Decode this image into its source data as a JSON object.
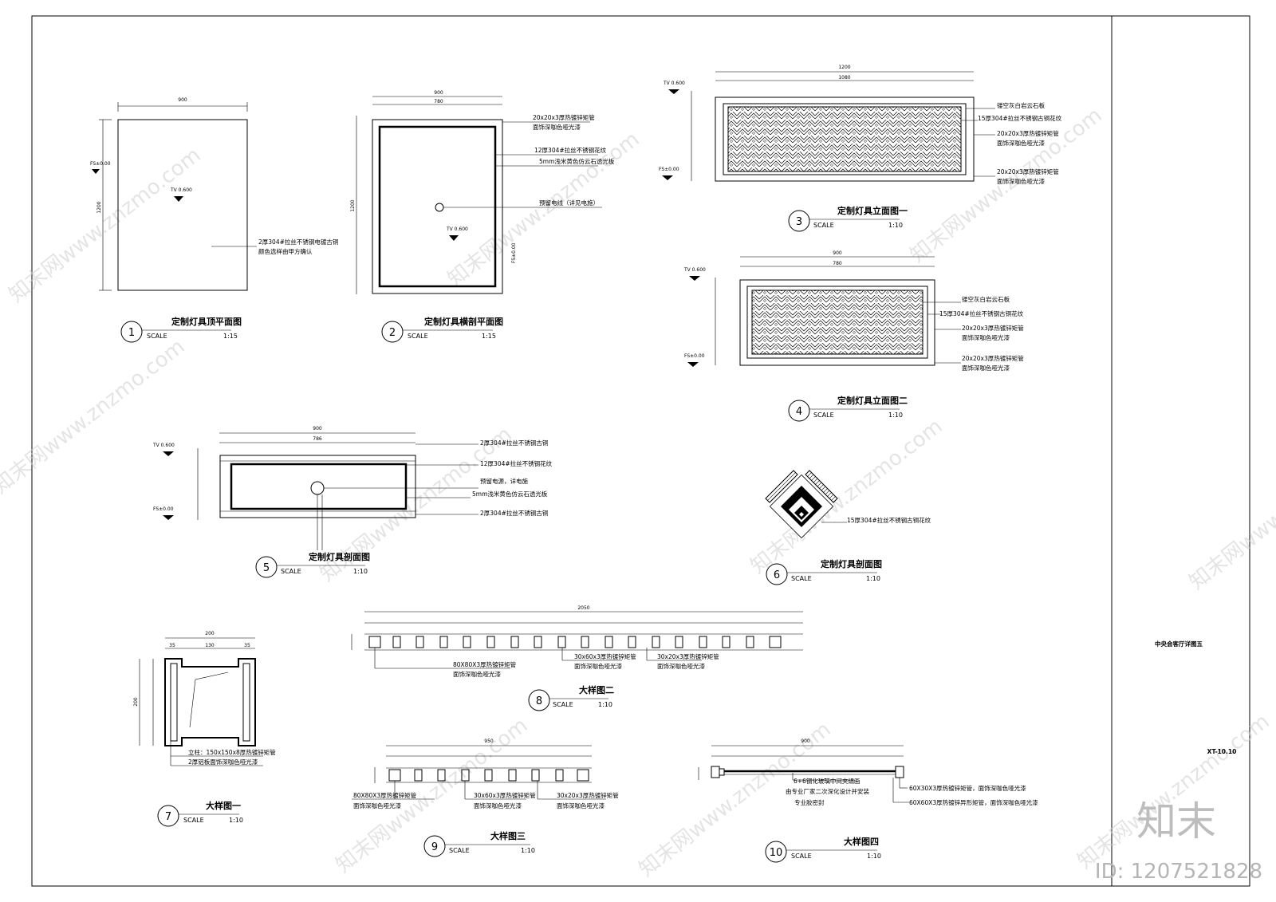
{
  "sheet": {
    "title_block_name": "中央会客厅详图五",
    "title_block_code": "XT-10.10",
    "brand_mark": "知末",
    "image_id_label": "ID: 1207521828",
    "watermark_text": "知末网www.znzmo.com"
  },
  "views": {
    "v1": {
      "number": "1",
      "title": "定制灯具顶平面图",
      "scale_label": "SCALE",
      "scale": "1:15",
      "dim_top": "900",
      "dim_side": "1200",
      "level_tv": "TV 0.600",
      "level_fs": "FS±0.00",
      "notes": [
        "2厚304#拉丝不锈钢电镀古铜",
        "颜色选样由甲方确认"
      ]
    },
    "v2": {
      "number": "2",
      "title": "定制灯具横剖平面图",
      "scale_label": "SCALE",
      "scale": "1:15",
      "dim_top": "900",
      "dim_inner": "780",
      "dim_side": "1200",
      "level_tv": "TV 0.600",
      "level_fs": "FS±0.00",
      "notes": [
        "20x20x3厚热镀锌矩管",
        "面饰深咖色哑光漆",
        "12厚304#拉丝不锈钢花纹",
        "5mm浅米黄色仿云石透光板",
        "预留电线（详见电施）"
      ]
    },
    "v3": {
      "number": "3",
      "title": "定制灯具立面图一",
      "scale_label": "SCALE",
      "scale": "1:10",
      "dim_top": "1200",
      "dim_inner": "1080",
      "level_tv": "TV 0.600",
      "level_fs": "FS±0.00",
      "notes": [
        "镂空灰白岩云石板",
        "15厚304#拉丝不锈钢古铜花纹",
        "20x20x3厚热镀锌矩管",
        "面饰深咖色哑光漆",
        "20x20x3厚热镀锌矩管",
        "面饰深咖色哑光漆"
      ]
    },
    "v4": {
      "number": "4",
      "title": "定制灯具立面图二",
      "scale_label": "SCALE",
      "scale": "1:10",
      "dim_top": "900",
      "dim_inner": "780",
      "level_tv": "TV 0.600",
      "level_fs": "FS±0.00",
      "notes": [
        "镂空灰白岩云石板",
        "15厚304#拉丝不锈钢古铜花纹",
        "20x20x3厚热镀锌矩管",
        "面饰深咖色哑光漆",
        "20x20x3厚热镀锌矩管",
        "面饰深咖色哑光漆"
      ]
    },
    "v5": {
      "number": "5",
      "title": "定制灯具剖面图",
      "scale_label": "SCALE",
      "scale": "1:10",
      "dim_top": "900",
      "dim_inner": "786",
      "level_tv": "TV 0.600",
      "level_fs": "FS±0.00",
      "notes": [
        "2厚304#拉丝不锈钢古铜",
        "12厚304#拉丝不锈钢花纹",
        "预留电源，详电施",
        "5mm浅米黄色仿云石透光板",
        "2厚304#拉丝不锈钢古铜"
      ]
    },
    "v6": {
      "number": "6",
      "title": "定制灯具剖面图",
      "scale_label": "SCALE",
      "scale": "1:10",
      "notes": [
        "15厚304#拉丝不锈钢古铜花纹"
      ]
    },
    "v7": {
      "number": "7",
      "title": "大样图一",
      "scale_label": "SCALE",
      "scale": "1:10",
      "dim_top": "200",
      "dim_parts": [
        "35",
        "130",
        "35"
      ],
      "dim_side": "200",
      "notes": [
        "立柱：150x150x8厚热镀锌矩管",
        "2厚铝板面饰深咖色哑光漆"
      ]
    },
    "v8": {
      "number": "8",
      "title": "大样图二",
      "scale_label": "SCALE",
      "scale": "1:10",
      "dim_top": "2050",
      "notes": [
        "80X80X3厚热镀锌矩管",
        "面饰深咖色哑光漆",
        "30x60x3厚热镀锌矩管",
        "面饰深咖色哑光漆",
        "30x20x3厚热镀锌矩管",
        "面饰深咖色哑光漆"
      ]
    },
    "v9": {
      "number": "9",
      "title": "大样图三",
      "scale_label": "SCALE",
      "scale": "1:10",
      "dim_top": "950",
      "notes": [
        "80X80X3厚热镀锌矩管",
        "面饰深咖色哑光漆",
        "30x60x3厚热镀锌矩管",
        "面饰深咖色哑光漆",
        "30x20x3厚热镀锌矩管",
        "面饰深咖色哑光漆"
      ]
    },
    "v10": {
      "number": "10",
      "title": "大样图四",
      "scale_label": "SCALE",
      "scale": "1:10",
      "dim_top": "900",
      "notes": [
        "6+6钢化玻璃中间夹绢画",
        "由专业厂家二次深化设计并安装",
        "专业胶密封",
        "60X30X3厚热镀锌矩管，面饰深咖色哑光漆",
        "60X60X3厚热镀锌异形矩管，面饰深咖色哑光漆"
      ]
    }
  }
}
